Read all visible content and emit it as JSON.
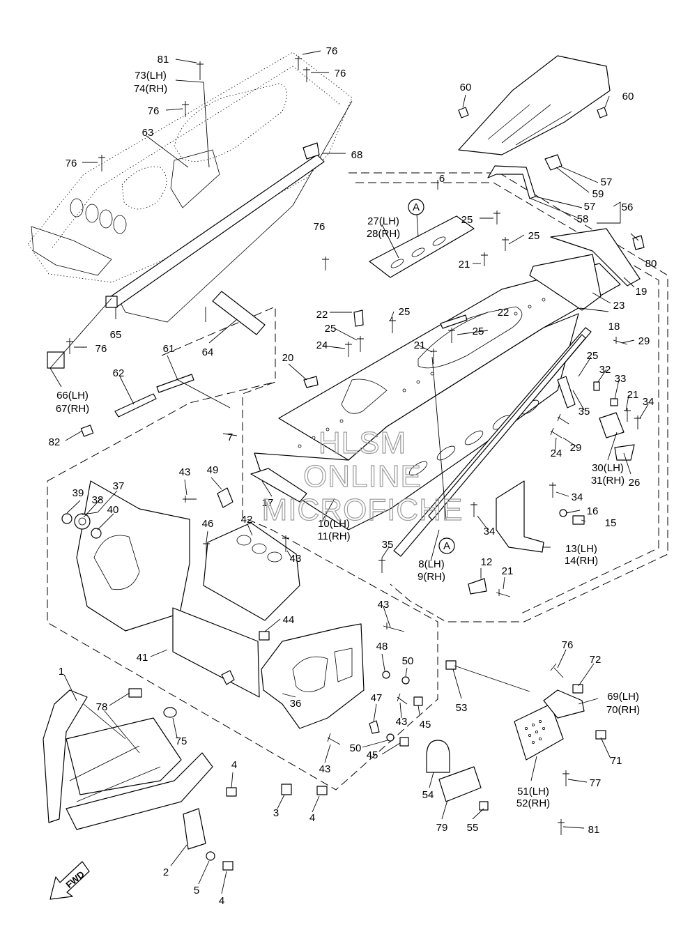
{
  "callouts": {
    "c1": "1",
    "c2": "2",
    "c3": "3",
    "c4a": "4",
    "c4b": "4",
    "c4c": "4",
    "c5": "5",
    "c6": "6",
    "c7": "7",
    "c8": "8(LH)",
    "c9": "9(RH)",
    "c10": "10(LH)",
    "c11": "11(RH)",
    "c12": "12",
    "c13": "13(LH)",
    "c14": "14(RH)",
    "c15": "15",
    "c16": "16",
    "c17": "17",
    "c18": "18",
    "c19": "19",
    "c20": "20",
    "c21a": "21",
    "c21b": "21",
    "c21c": "21",
    "c21d": "21",
    "c22a": "22",
    "c22b": "22",
    "c23": "23",
    "c24a": "24",
    "c24b": "24",
    "c25a": "25",
    "c25b": "25",
    "c25c": "25",
    "c25d": "25",
    "c25e": "25",
    "c25f": "25",
    "c26": "26",
    "c27": "27(LH)",
    "c28": "28(RH)",
    "c29a": "29",
    "c29b": "29",
    "c30": "30(LH)",
    "c31": "31(RH)",
    "c32": "32",
    "c33": "33",
    "c34a": "34",
    "c34b": "34",
    "c34c": "34",
    "c35a": "35",
    "c35b": "35",
    "c36": "36",
    "c37": "37",
    "c38": "38",
    "c39": "39",
    "c40": "40",
    "c41": "41",
    "c42": "42",
    "c43a": "43",
    "c43b": "43",
    "c43c": "43",
    "c43d": "43",
    "c43e": "43",
    "c44": "44",
    "c45a": "45",
    "c45b": "45",
    "c46": "46",
    "c47": "47",
    "c48": "48",
    "c49": "49",
    "c50a": "50",
    "c50b": "50",
    "c51": "51(LH)",
    "c52": "52(RH)",
    "c53": "53",
    "c54": "54",
    "c55": "55",
    "c56": "56",
    "c57a": "57",
    "c57b": "57",
    "c58": "58",
    "c59": "59",
    "c60a": "60",
    "c60b": "60",
    "c61": "61",
    "c62": "62",
    "c63": "63",
    "c64": "64",
    "c65": "65",
    "c66": "66(LH)",
    "c67": "67(RH)",
    "c68": "68",
    "c69": "69(LH)",
    "c70": "70(RH)",
    "c71": "71",
    "c72": "72",
    "c73": "73(LH)",
    "c74": "74(RH)",
    "c75": "75",
    "c76a": "76",
    "c76b": "76",
    "c76c": "76",
    "c76d": "76",
    "c76e": "76",
    "c76f": "76",
    "c76g": "76",
    "c77": "77",
    "c78": "78",
    "c79": "79",
    "c80": "80",
    "c81a": "81",
    "c81b": "81",
    "c82": "82"
  },
  "reference_marks": {
    "ref_a1": "A",
    "ref_a2": "A"
  },
  "fwd_label": "FWD",
  "watermark": {
    "line1": "HLSM",
    "line2": "ONLINE",
    "line3": "MICROFICHE"
  }
}
